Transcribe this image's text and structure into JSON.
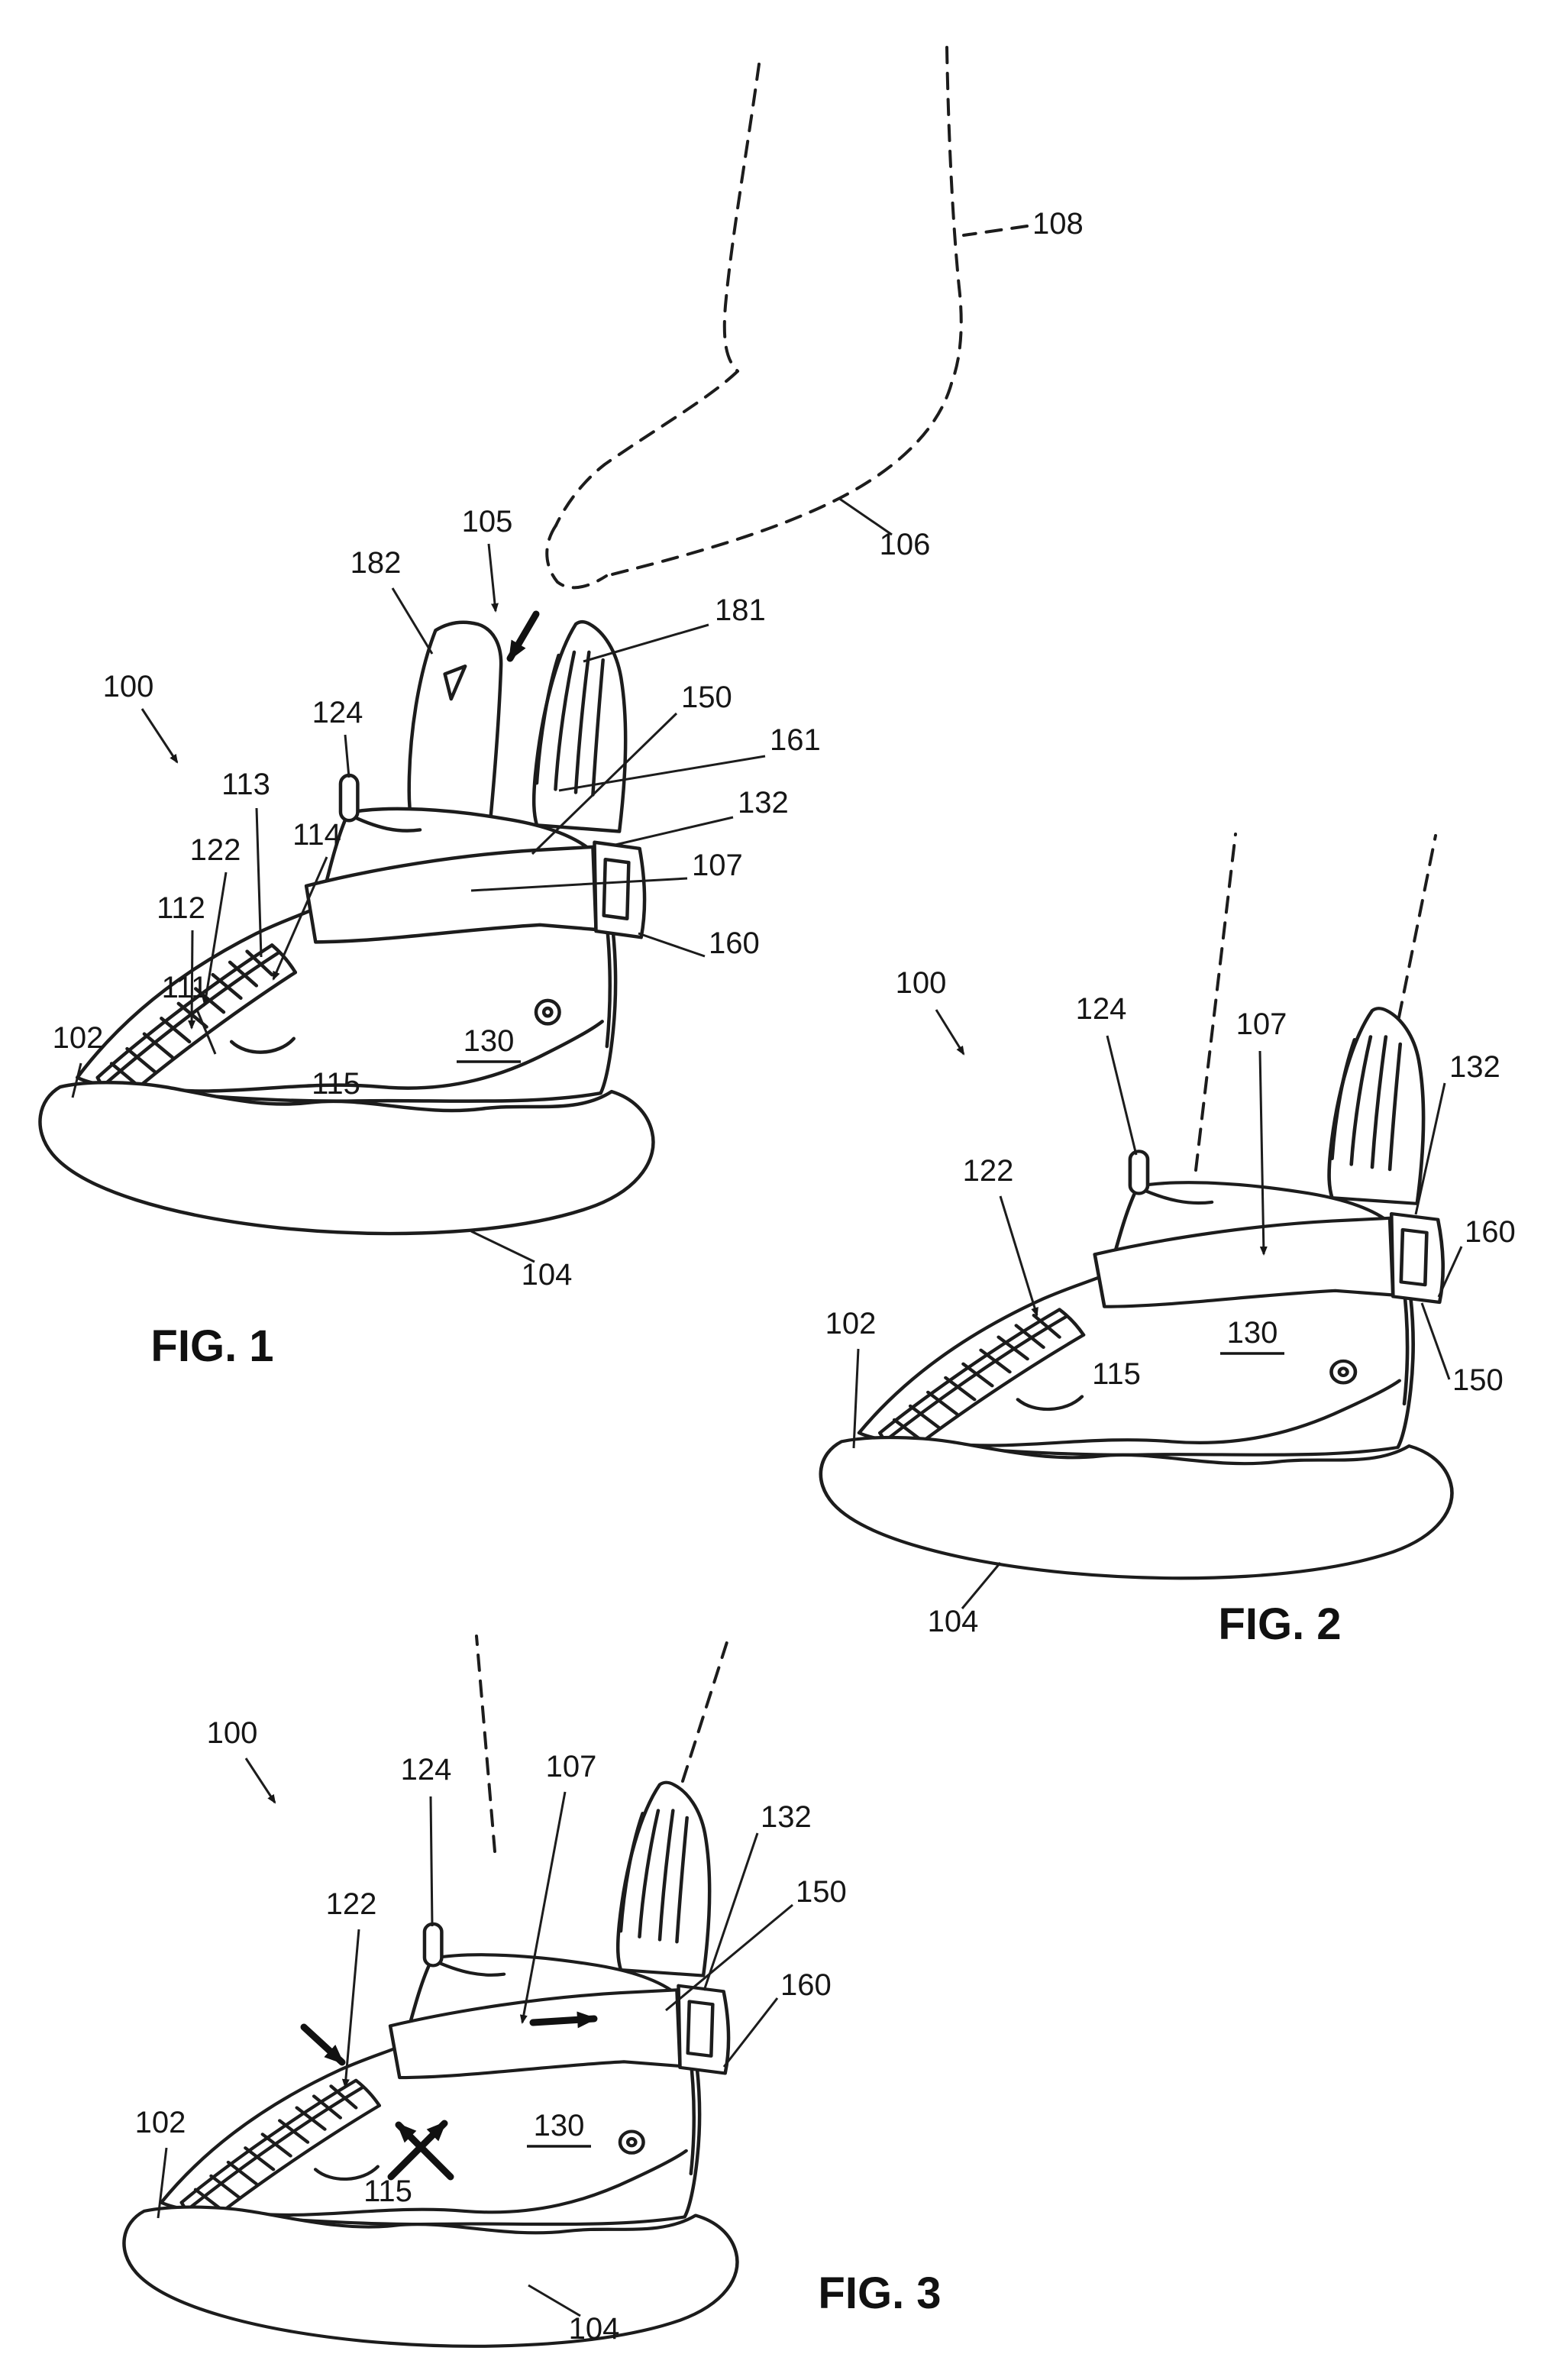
{
  "page": {
    "ink_color": "#1c1c1c",
    "background_color": "#ffffff"
  },
  "figures": [
    {
      "caption": "FIG. 1",
      "labels": {
        "n100": "100",
        "n102": "102",
        "n104": "104",
        "n105": "105",
        "n106": "106",
        "n107": "107",
        "n108": "108",
        "n111": "111",
        "n112": "112",
        "n113": "113",
        "n114": "114",
        "n115": "115",
        "n122": "122",
        "n124": "124",
        "n130": "130",
        "n132": "132",
        "n150": "150",
        "n160": "160",
        "n161": "161",
        "n181": "181",
        "n182": "182"
      }
    },
    {
      "caption": "FIG. 2",
      "labels": {
        "n100": "100",
        "n102": "102",
        "n104": "104",
        "n107": "107",
        "n115": "115",
        "n122": "122",
        "n124": "124",
        "n130": "130",
        "n132": "132",
        "n150": "150",
        "n160": "160"
      }
    },
    {
      "caption": "FIG. 3",
      "labels": {
        "n100": "100",
        "n102": "102",
        "n104": "104",
        "n107": "107",
        "n115": "115",
        "n122": "122",
        "n124": "124",
        "n130": "130",
        "n132": "132",
        "n150": "150",
        "n160": "160"
      }
    }
  ]
}
